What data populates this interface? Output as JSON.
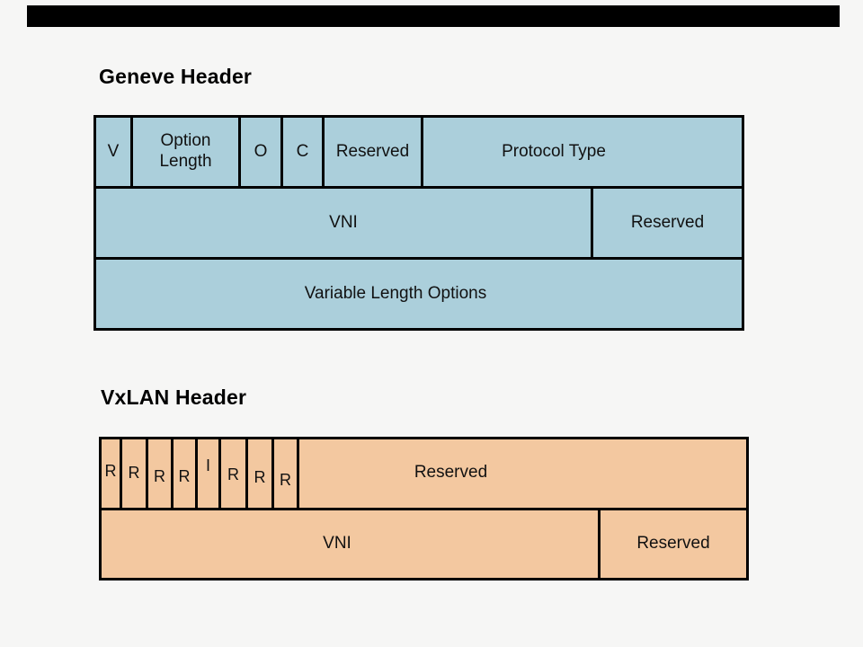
{
  "page": {
    "background_color": "#f6f6f5",
    "top_bar_color": "#000000"
  },
  "geneve": {
    "title": "Geneve Header",
    "fill_color": "#abcfdb",
    "border_color": "#000000",
    "row1": [
      {
        "label": "V"
      },
      {
        "label": "Option Length"
      },
      {
        "label": "O"
      },
      {
        "label": "C"
      },
      {
        "label": "Reserved"
      },
      {
        "label": "Protocol Type"
      }
    ],
    "row2": [
      {
        "label": "VNI"
      },
      {
        "label": "Reserved"
      }
    ],
    "row3": [
      {
        "label": "Variable Length Options"
      }
    ]
  },
  "vxlan": {
    "title": "VxLAN Header",
    "fill_color": "#f3c8a0",
    "border_color": "#000000",
    "flags": [
      "R",
      "R",
      "R",
      "R",
      "I",
      "R",
      "R",
      "R"
    ],
    "row1_reserved": "Reserved",
    "row2": [
      {
        "label": "VNI"
      },
      {
        "label": "Reserved"
      }
    ]
  }
}
